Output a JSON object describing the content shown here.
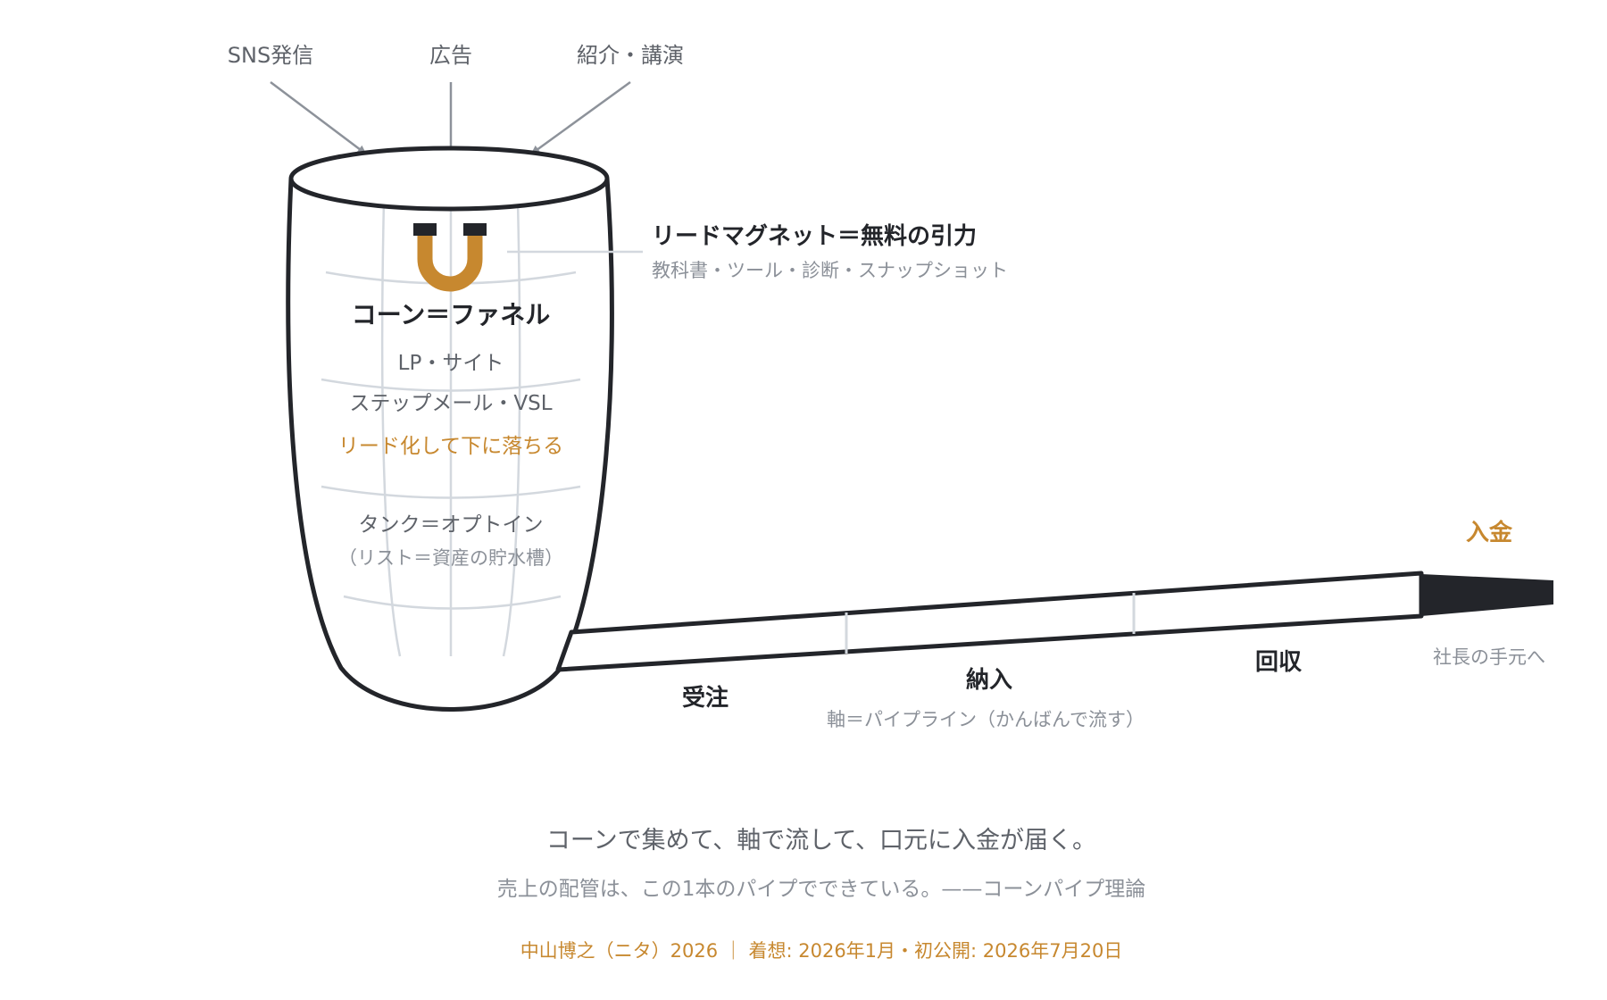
{
  "sources": {
    "sns": "SNS発信",
    "ads": "広告",
    "referral": "紹介・講演"
  },
  "lead_magnet": {
    "title": "リードマグネット＝無料の引力",
    "examples": "教科書・ツール・診断・スナップショット"
  },
  "cone": {
    "title": "コーン＝ファネル",
    "line1": "LP・サイト",
    "line2": "ステップメール・VSL",
    "drop": "リード化して下に落ちる",
    "tank": "タンク＝オプトイン",
    "tank_note": "（リスト＝資産の貯水槽）"
  },
  "stem": {
    "stage1": "受注",
    "stage2": "納入",
    "stage3": "回収",
    "caption": "軸＝パイプライン（かんばんで流す）"
  },
  "mouthpiece": {
    "label": "入金",
    "note": "社長の手元へ"
  },
  "footer": {
    "headline": "コーンで集めて、軸で流して、口元に入金が届く。",
    "sub": "売上の配管は、この1本のパイプでできている。——コーンパイプ理論",
    "credit": "中山博之（ニタ）2026 ｜ 着想: 2026年1月・初公開: 2026年7月20日"
  },
  "colors": {
    "ink": "#23252a",
    "gray_text": "#5e6269",
    "light_text": "#8b9098",
    "accent": "#c7882f",
    "grid": "#d3d8de",
    "arrow": "#8d929a"
  }
}
